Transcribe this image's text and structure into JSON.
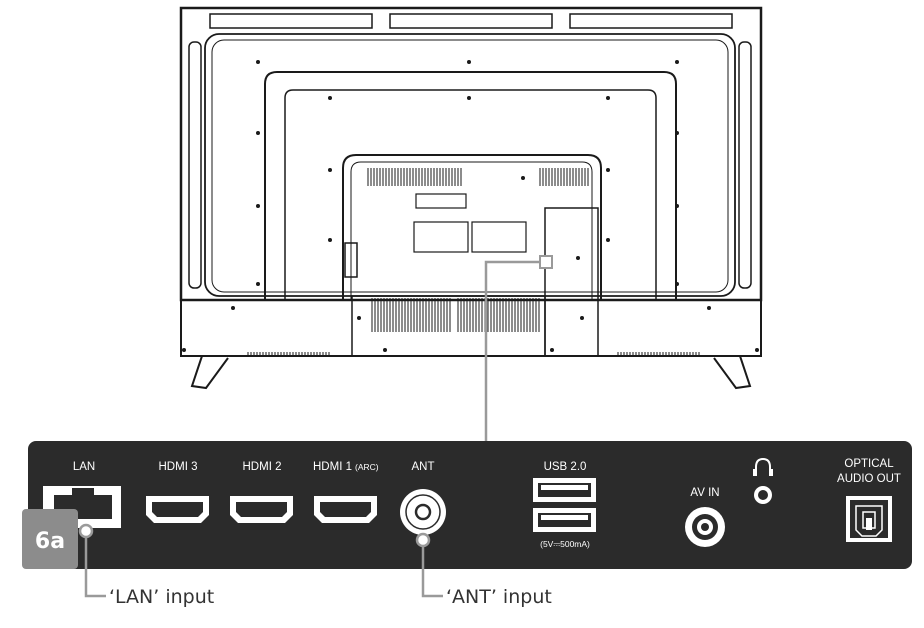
{
  "panel": {
    "lan": "LAN",
    "hdmi3": "HDMI 3",
    "hdmi2": "HDMI 2",
    "hdmi1": "HDMI 1",
    "hdmi1_arc": "(ARC)",
    "ant": "ANT",
    "usb": "USB 2.0",
    "usb_spec": "(5V⎓500mA)",
    "av_in": "AV IN",
    "optical_line1": "OPTICAL",
    "optical_line2": "AUDIO OUT"
  },
  "badge": "6a",
  "callouts": {
    "lan": "‘LAN’ input",
    "ant": "‘ANT’ input"
  },
  "colors": {
    "panel": "#2b2b2b",
    "leader": "#9a9a9a",
    "badge": "#8c8c8c",
    "line_art": "#1a1a1a"
  }
}
